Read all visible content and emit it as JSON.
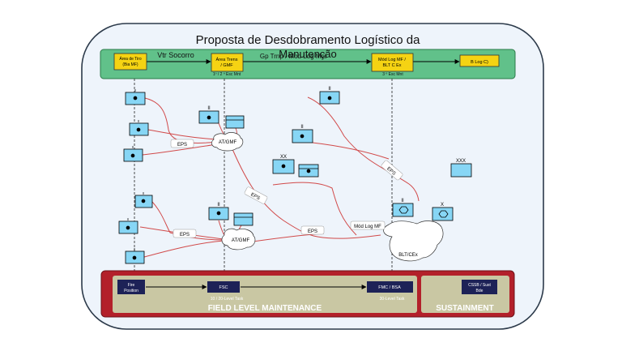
{
  "title_line1": "Proposta de Desdobramento Logístico da",
  "title_line2": "Manutenção",
  "top_bar": {
    "overlay_vtr": "Vtr Socorro",
    "overlay_gp": "Gp Trnp / Mod Log Mnt",
    "nodes": [
      {
        "id": "tiro",
        "line1": "Área de Tiro",
        "line2": "(Bia MF)"
      },
      {
        "id": "trens",
        "line1": "Área Trens",
        "line2": "/ GMF"
      },
      {
        "id": "modlog",
        "line1": "Mód Log MF /",
        "line2": "BLT C Ex"
      },
      {
        "id": "blogc",
        "line1": "B Log C)",
        "line2": ""
      }
    ],
    "esc1": "1º / 2 º Esc Mnt",
    "esc2": "3 º Esc Mnt"
  },
  "map": {
    "eps_label": "EPS",
    "atgmf_label": "AT/GMF",
    "modlogmf_label": "Mód Log MF",
    "bltcex_label": "BLT/CEx",
    "echelon_labels": [
      "I",
      "II",
      "XX",
      "XXX",
      "X"
    ]
  },
  "bottom_bar": {
    "fire_position": [
      "Fire",
      "Position"
    ],
    "fsc": "FSC",
    "fmc": "FMC / BSA",
    "cssb": [
      "CSSB / Sust",
      "Bde"
    ],
    "task1": "10 / 20-Level Task",
    "task2": "30-Level Task",
    "field_level": "FIELD LEVEL MAINTENANCE",
    "sustainment": "SUSTAINMENT"
  },
  "colors": {
    "panel_bg": "#eef4fb",
    "top_bar": "#61c18a",
    "node_fill": "#f5d313",
    "unit_fill": "#87d6f5",
    "route": "#d14a4a",
    "bottom_bar": "#b3202a",
    "bottom_inner": "#c9c7a3",
    "bottom_box": "#1d2257"
  }
}
